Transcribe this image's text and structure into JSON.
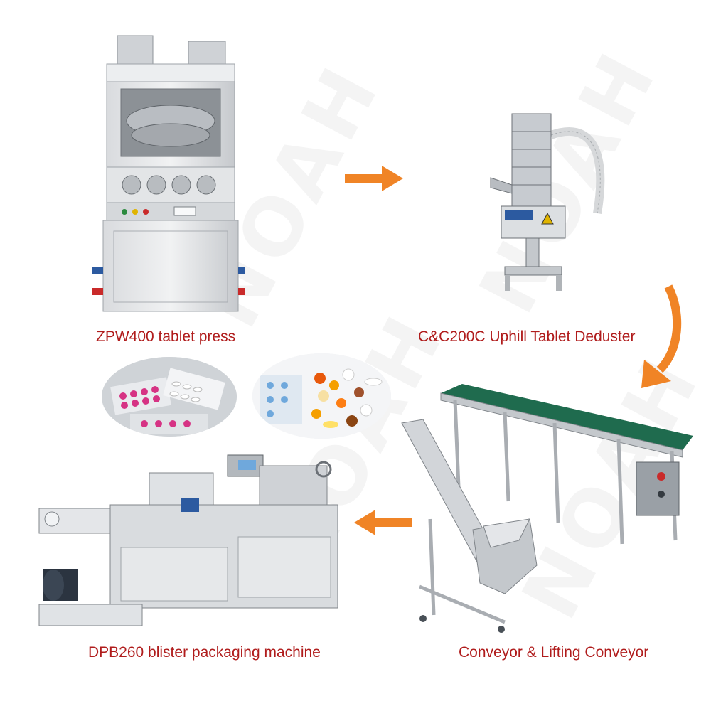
{
  "watermark": {
    "text": "NOAH"
  },
  "steps": [
    {
      "id": "press",
      "caption": "ZPW400 tablet press"
    },
    {
      "id": "deduster",
      "caption": "C&C200C Uphill Tablet Deduster"
    },
    {
      "id": "conveyor",
      "caption": "Conveyor & Lifting Conveyor"
    },
    {
      "id": "blister",
      "caption": "DPB260 blister packaging machine"
    }
  ],
  "colors": {
    "caption": "#b01c1c",
    "arrow": "#f08426",
    "steel": "#c9ccd0",
    "belt": "#1f6b4e",
    "control_panel": "#9aa0a6"
  }
}
